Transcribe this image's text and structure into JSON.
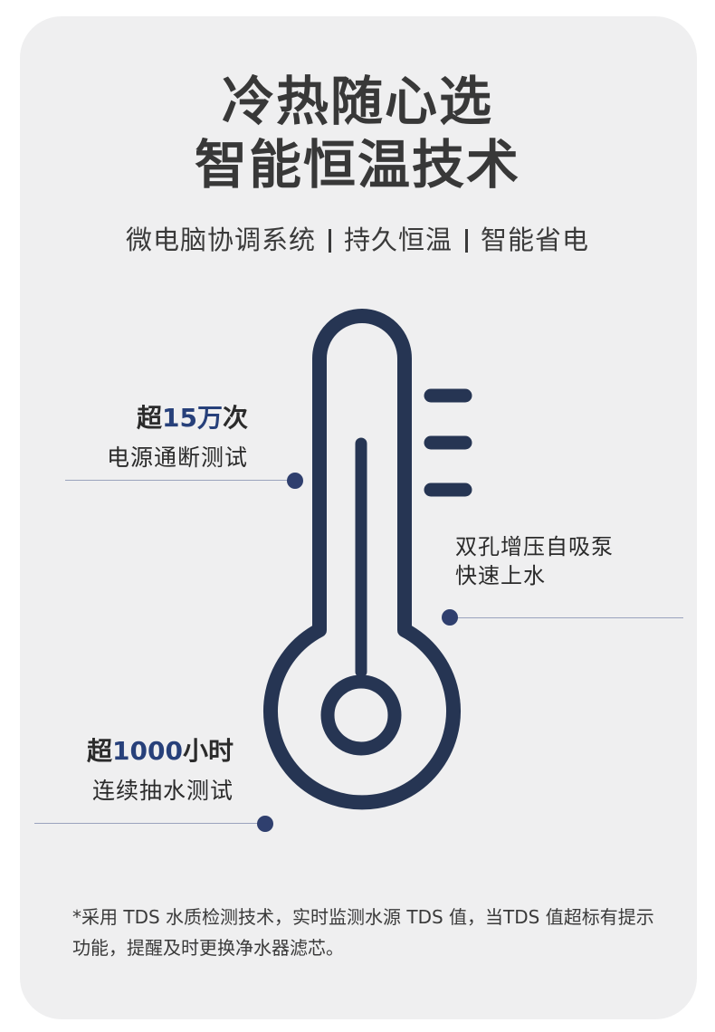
{
  "title": {
    "line1": "冷热随心选",
    "line2": "智能恒温技术"
  },
  "subtitle": {
    "item1": "微电脑协调系统",
    "item2": "持久恒温",
    "item3": "智能省电"
  },
  "features": {
    "left_top": {
      "prefix": "超",
      "number": "15万",
      "suffix": "次",
      "sub": "电源通断测试"
    },
    "left_bottom": {
      "prefix": "超",
      "number": "1000",
      "suffix": "小时",
      "sub": "连续抽水测试"
    },
    "right": {
      "line1": "双孔增压自吸泵",
      "line2": "快速上水"
    }
  },
  "footnote": "*采用 TDS 水质检测技术，实时监测水源 TDS 值，当TDS 值超标有提示功能，提醒及时更换净水器滤芯。",
  "colors": {
    "background": "#efeff0",
    "thermometer": "#263553",
    "accent_number": "#27407a",
    "dot": "#2f3f6e"
  }
}
